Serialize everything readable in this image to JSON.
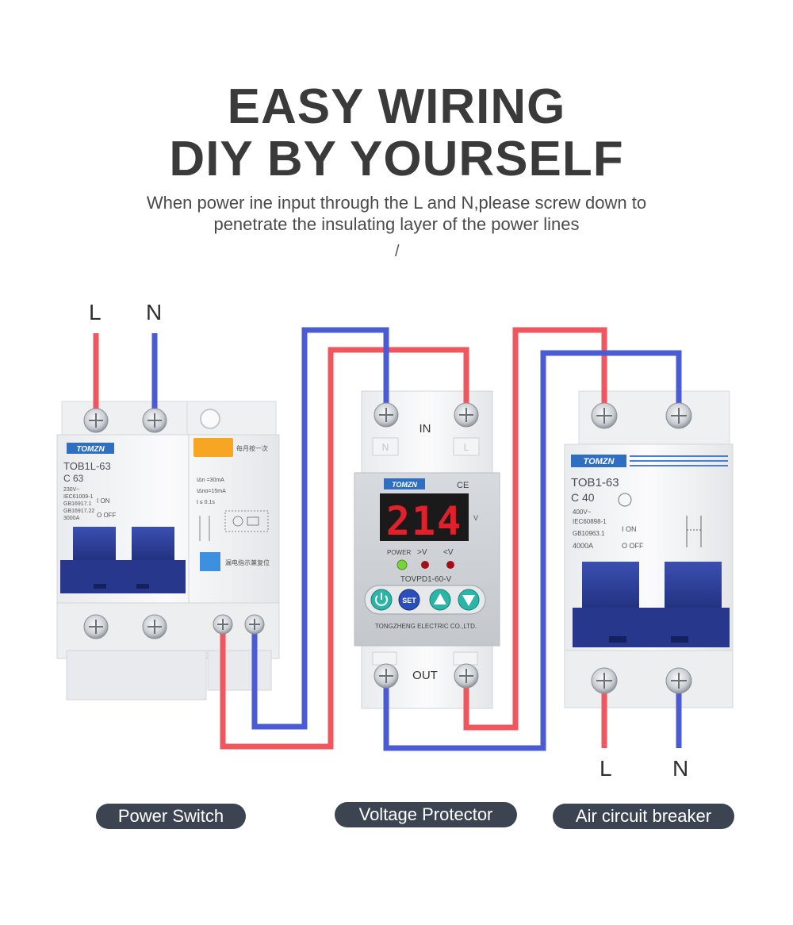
{
  "header": {
    "title_line1": "EASY WIRING",
    "title_line2": "DIY BY YOURSELF",
    "subtitle_line1": "When power ine input through the L and N,please screw down to",
    "subtitle_line2": "penetrate the insulating layer of the power lines",
    "slash": "/"
  },
  "terminals": {
    "input_l": "L",
    "input_n": "N",
    "output_l": "L",
    "output_n": "N"
  },
  "power_switch": {
    "brand": "TOMZN",
    "model": "TOB1L-63",
    "rating": "C 63",
    "spec1": "230V~",
    "spec2": "IEC61009-1",
    "spec3": "GB16917.1",
    "spec4": "GB16917.22",
    "spec5": "3000A",
    "on_text": "I ON",
    "off_text": "O OFF",
    "test_note": "每月按一次",
    "leak1": "IΔn =30mA",
    "leak2": "IΔno=15mA",
    "leak3": "t  ≤ 0.1s",
    "reset_note": "漏电指示兼复位",
    "caption": "Power Switch"
  },
  "voltage_protector": {
    "brand": "TOMZN",
    "ce": "CE",
    "in_label": "IN",
    "out_label": "OUT",
    "n_tag": "N",
    "l_tag": "L",
    "display_value": "214",
    "display_unit": "V",
    "power_label": "POWER",
    "over_label": ">V",
    "under_label": "<V",
    "model": "TOVPD1-60-V",
    "set_label": "SET",
    "maker": "TONGZHENG ELECTRIC CO.,LTD.",
    "caption": "Voltage Protector"
  },
  "air_breaker": {
    "brand": "TOMZN",
    "model": "TOB1-63",
    "rating": "C 40",
    "spec1": "400V~",
    "spec2": "IEC60898-1",
    "spec3": "GB10963.1",
    "spec4": "4000A",
    "on_text": "I ON",
    "off_text": "O OFF",
    "caption": "Air circuit breaker"
  },
  "colors": {
    "live_wire": "#f0565e",
    "neutral_wire": "#4b5bd4",
    "handle": "#283a8f",
    "display": "#e0202a",
    "pill": "#3d4451"
  }
}
